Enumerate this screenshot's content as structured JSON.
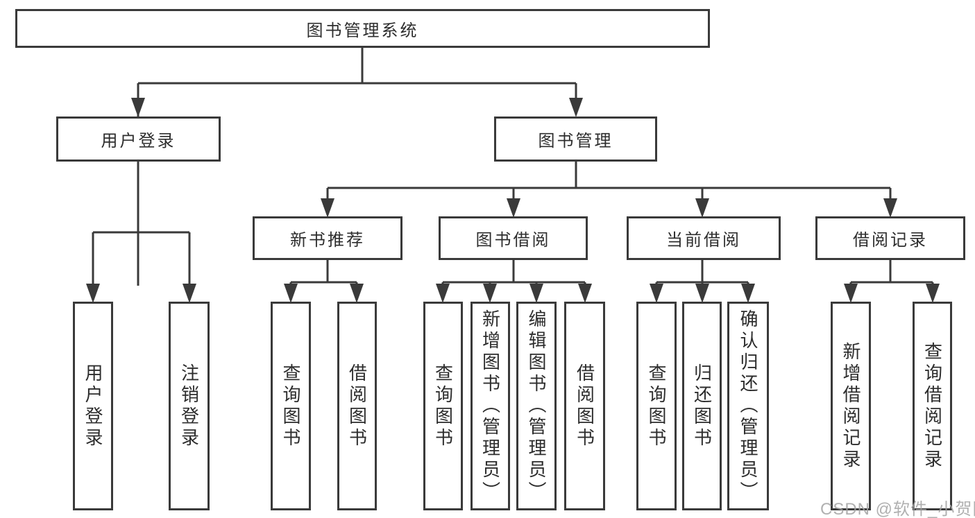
{
  "colors": {
    "line": "#3a3a3a",
    "text": "#2d2d2d",
    "box_background": "#ffffff",
    "page_background": "#ffffff",
    "watermark": "#a3a3a3"
  },
  "watermark": {
    "text": "CSDN @软件_小贺同学"
  },
  "diagram": {
    "root": {
      "label": "图书管理系统"
    },
    "groups": [
      {
        "label": "用户登录",
        "leaves": [
          {
            "label": "用户登录"
          },
          {
            "label": "注销登录"
          }
        ]
      },
      {
        "label": "图书管理",
        "sections": [
          {
            "label": "新书推荐",
            "leaves": [
              {
                "label": "查询图书"
              },
              {
                "label": "借阅图书"
              }
            ]
          },
          {
            "label": "图书借阅",
            "leaves": [
              {
                "label": "查询图书"
              },
              {
                "label": "新增图书（管理员）"
              },
              {
                "label": "编辑图书（管理员）"
              },
              {
                "label": "借阅图书"
              }
            ]
          },
          {
            "label": "当前借阅",
            "leaves": [
              {
                "label": "查询图书"
              },
              {
                "label": "归还图书"
              },
              {
                "label": "确认归还（管理员）"
              }
            ]
          },
          {
            "label": "借阅记录",
            "leaves": [
              {
                "label": "新增借阅记录"
              },
              {
                "label": "查询借阅记录"
              }
            ]
          }
        ]
      }
    ]
  }
}
